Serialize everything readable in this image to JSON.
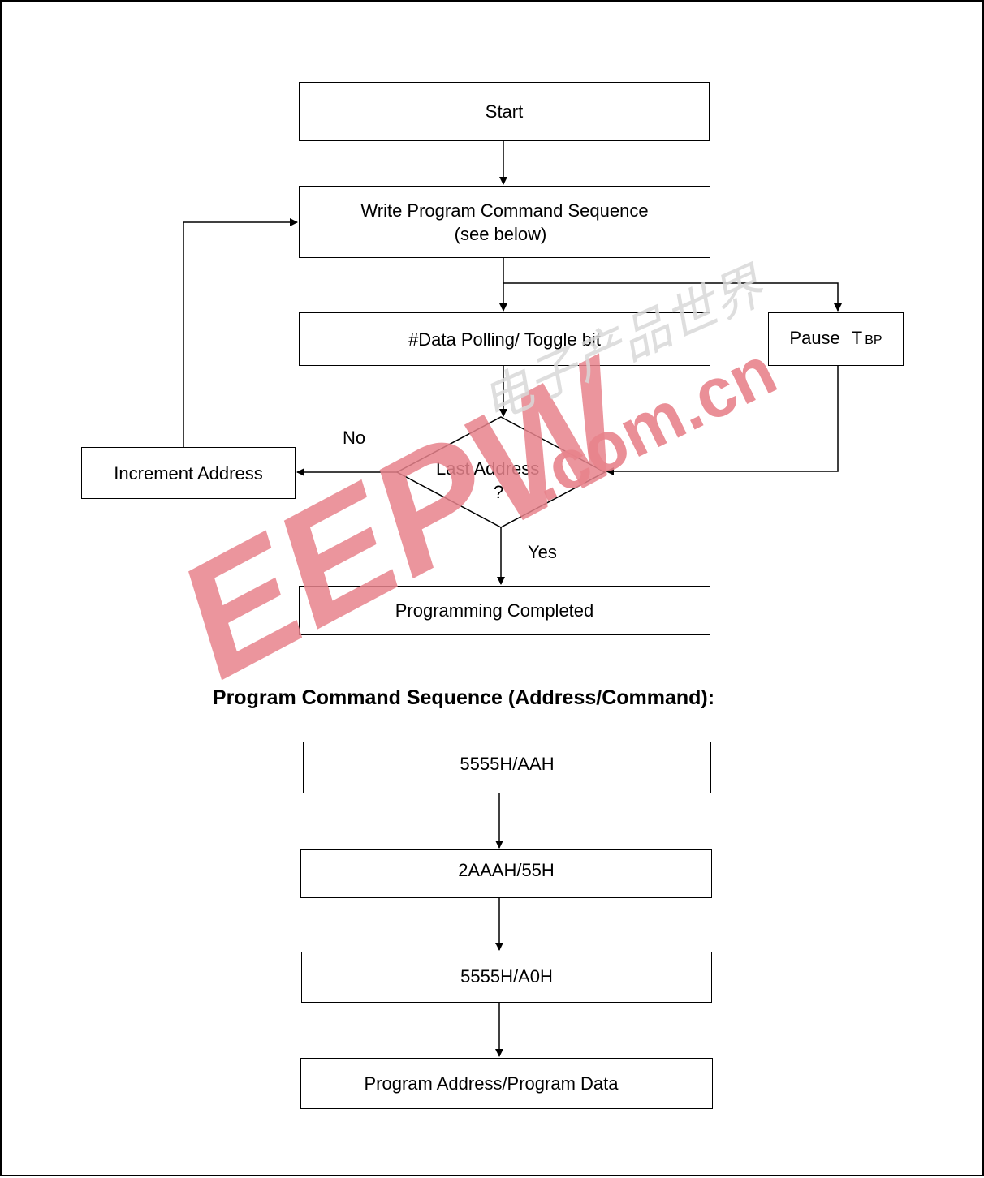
{
  "flowchart": {
    "start": "Start",
    "write_cmd_line1": "Write Program Command Sequence",
    "write_cmd_line2": "(see below)",
    "polling": "#Data Polling/ Toggle bit",
    "pause": "Pause",
    "pause_sym": "T",
    "pause_sub": "BP",
    "decision_line1": "Last Address",
    "decision_line2": "?",
    "no_label": "No",
    "yes_label": "Yes",
    "increment": "Increment Address",
    "completed": "Programming Completed"
  },
  "sequence": {
    "title": "Program Command Sequence (Address/Command):",
    "steps": [
      "5555H/AAH",
      "2AAAH/55H",
      "5555H/A0H",
      "Program Address/Program Data"
    ]
  },
  "watermark": {
    "logo": "EEPW",
    "chinese": "电子产品世界",
    "url": ".com.cn",
    "color": "#e8838c"
  }
}
